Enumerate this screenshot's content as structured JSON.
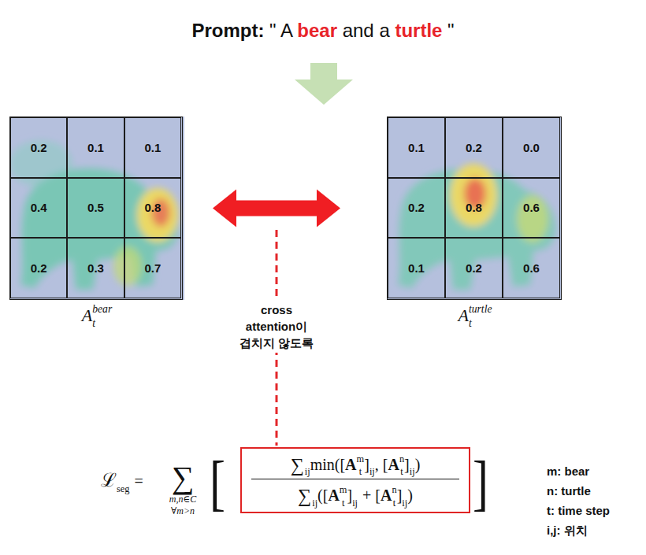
{
  "diagram": {
    "title": "Prompt: \" A bear and a turtle \"",
    "nodes": [
      {
        "text": [
          "0.2",
          "0.1",
          "0.1",
          "0.4",
          "0.5",
          "0.8",
          "0.2",
          "0.3",
          "0.7",
          "A",
          "t",
          "bear"
        ]
      },
      {
        "text": [
          "0.1",
          "0.2",
          "0.0",
          "0.2",
          "0.8",
          "0.6",
          "0.1",
          "0.2",
          "0.6",
          "A",
          "t",
          "turtle"
        ]
      },
      {
        "text": [
          "∑",
          "ij",
          "min([",
          "A",
          "m",
          "t",
          "]",
          "ij",
          ", [",
          "A",
          "n",
          "t",
          "]",
          "ij",
          ")",
          "∑",
          "ij",
          "([",
          "A",
          "m",
          "t",
          "]",
          "ij",
          "+ [",
          "A",
          "n",
          "t",
          "]",
          "ij",
          ")"
        ]
      }
    ],
    "edges": [
      {
        "from": 0,
        "to": 1,
        "arrow": "both"
      }
    ],
    "labels": [
      "cross attention이 겹치지 않도록",
      "ℒ",
      "seg",
      "=",
      "∑",
      "m,n∈C",
      "∀m>n",
      "[",
      "]",
      "m: bear",
      "n: turtle",
      "t: time step",
      "i,j: 위치"
    ]
  }
}
